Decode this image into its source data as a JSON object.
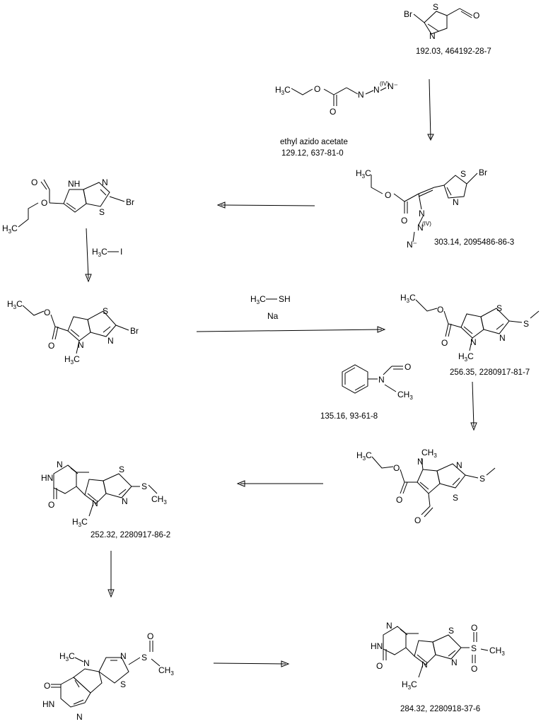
{
  "compounds": {
    "bromothiazole_aldehyde": {
      "caption": "192.03, 464192-28-7"
    },
    "ethyl_azidoacetate": {
      "name": "ethyl azido acetate",
      "caption": "129.12, 637-81-0"
    },
    "vinyl_azide": {
      "caption": "303.14,  2095486-86-3"
    },
    "n_methyl_aniline_formamide": {
      "caption": "135.16, 93-61-8"
    },
    "methylthio_ester": {
      "caption": "256.35, 2280917-81-7"
    },
    "pyridazinone_sme": {
      "caption": "252.32, 2280917-86-2"
    },
    "sulfone_product": {
      "caption": "284.32, 2280918-37-6"
    }
  },
  "reagents": {
    "methylation": {
      "label": "H3C—I"
    },
    "thiomethylation": {
      "line1": "H3C—SH",
      "line2": "Na"
    }
  },
  "atoms": {
    "S": "S",
    "N": "N",
    "NH": "NH",
    "HN": "HN",
    "O": "O",
    "Br": "Br",
    "I": "I",
    "SH": "SH",
    "Na": "Na",
    "H": "H",
    "C": "C",
    "H3C": "H3C",
    "CH3": "CH3",
    "three": "3",
    "azide_minus": "N⁻",
    "iv": "(IV)",
    "N_plus_neg": "N⁻"
  }
}
